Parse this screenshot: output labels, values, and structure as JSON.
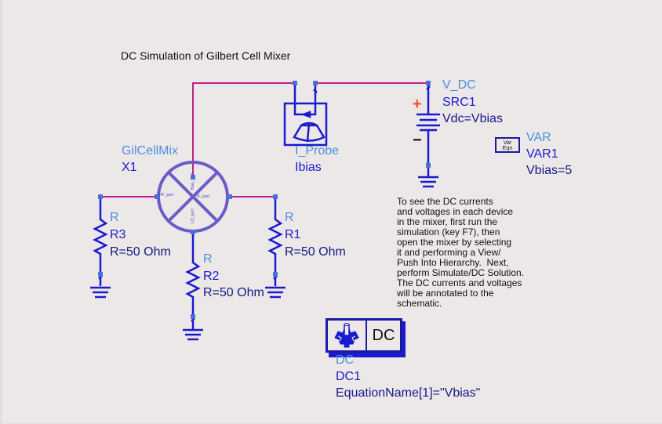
{
  "title": "DC Simulation of Gilbert Cell Mixer",
  "colors": {
    "wire": "#c0208a",
    "component": "#1a1ad0",
    "mixer": "#6a5cc8",
    "pin": "#4a70d8",
    "type_label": "#4a8fe0",
    "instance_label": "#1a1ad0",
    "background": "#ece8e7"
  },
  "components": {
    "mixer": {
      "type": "GilCellMix",
      "instance": "X1",
      "ports": [
        "RF_port",
        "IF_port",
        "LO_port",
        "Bias_port"
      ]
    },
    "r3": {
      "type": "R",
      "instance": "R3",
      "param": "R=50 Ohm"
    },
    "r2": {
      "type": "R",
      "instance": "R2",
      "param": "R=50 Ohm"
    },
    "r1": {
      "type": "R",
      "instance": "R1",
      "param": "R=50 Ohm"
    },
    "probe": {
      "type": "I_Probe",
      "instance": "Ibias"
    },
    "vdc": {
      "type": "V_DC",
      "instance": "SRC1",
      "param": "Vdc=Vbias",
      "plus": "+",
      "minus": "−"
    },
    "var": {
      "icon_line1": "Var",
      "icon_line2": "Eqn",
      "type": "VAR",
      "instance": "VAR1",
      "param": "Vbias=5"
    },
    "dc": {
      "box_label": "DC",
      "type": "DC",
      "instance": "DC1",
      "param": "EquationName[1]=\"Vbias\""
    }
  },
  "note": "To see the DC currents\nand voltages in each device\nin the mixer, first run the\nsimulation (key F7), then\nopen the mixer by selecting\nit and performing a View/\nPush Into Hierarchy.  Next,\nperform Simulate/DC Solution.\nThe DC currents and voltages\nwill be annotated to the\nschematic."
}
